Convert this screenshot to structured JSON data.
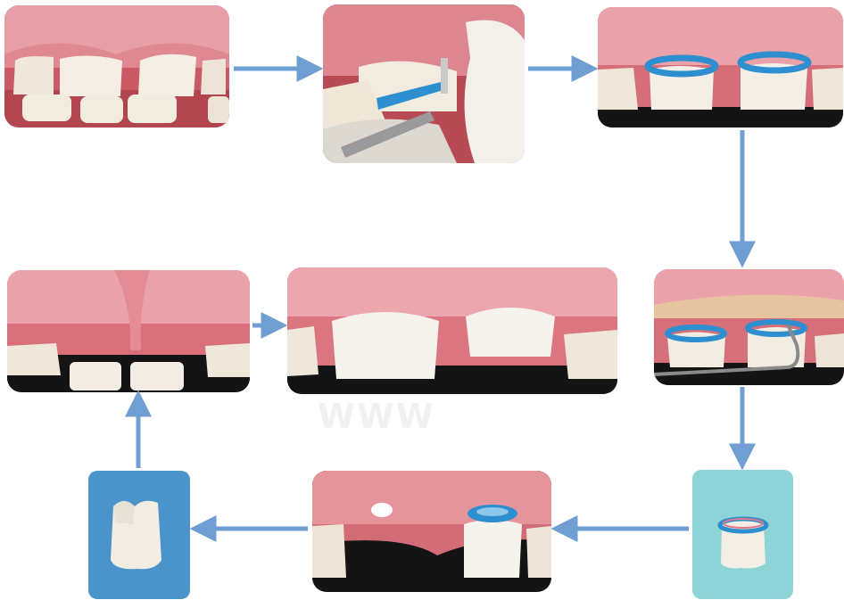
{
  "watermark": "WWW",
  "colors": {
    "arrow": "#6f9fd2",
    "gum": "#d9727b",
    "gum_light": "#f0a7ae",
    "tooth": "#f3eee6",
    "tooth_shadow": "#d8d2c6",
    "dark": "#141414",
    "blue_ring": "#2e8fd0",
    "blue_panel": "#4b93cb",
    "teal_panel": "#8ed3d6"
  },
  "panels": [
    {
      "id": "p1",
      "icon": "front-teeth-gap-photo"
    },
    {
      "id": "p2",
      "icon": "separator-placement-photo"
    },
    {
      "id": "p3",
      "icon": "teeth-with-blue-rings-photo"
    },
    {
      "id": "p4",
      "icon": "probe-check-photo"
    },
    {
      "id": "p5",
      "icon": "extracted-tooth-with-ring-photo"
    },
    {
      "id": "p6",
      "icon": "empty-socket-photo"
    },
    {
      "id": "p7",
      "icon": "extracted-tooth-on-blue-photo"
    },
    {
      "id": "p8",
      "icon": "healed-gum-photo"
    },
    {
      "id": "p9",
      "icon": "final-restoration-photo"
    }
  ]
}
